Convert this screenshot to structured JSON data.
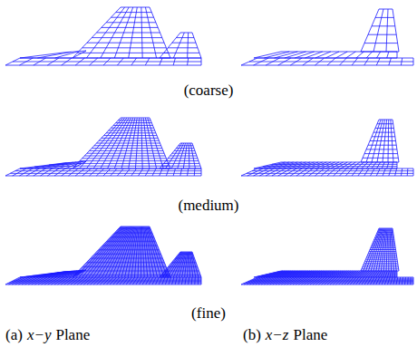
{
  "diagram": {
    "labels": [
      "(coarse)",
      "(medium)",
      "(fine)",
      "(a)",
      "x−y",
      "Plane",
      "(b)",
      "x−z",
      "Plane"
    ]
  }
}
